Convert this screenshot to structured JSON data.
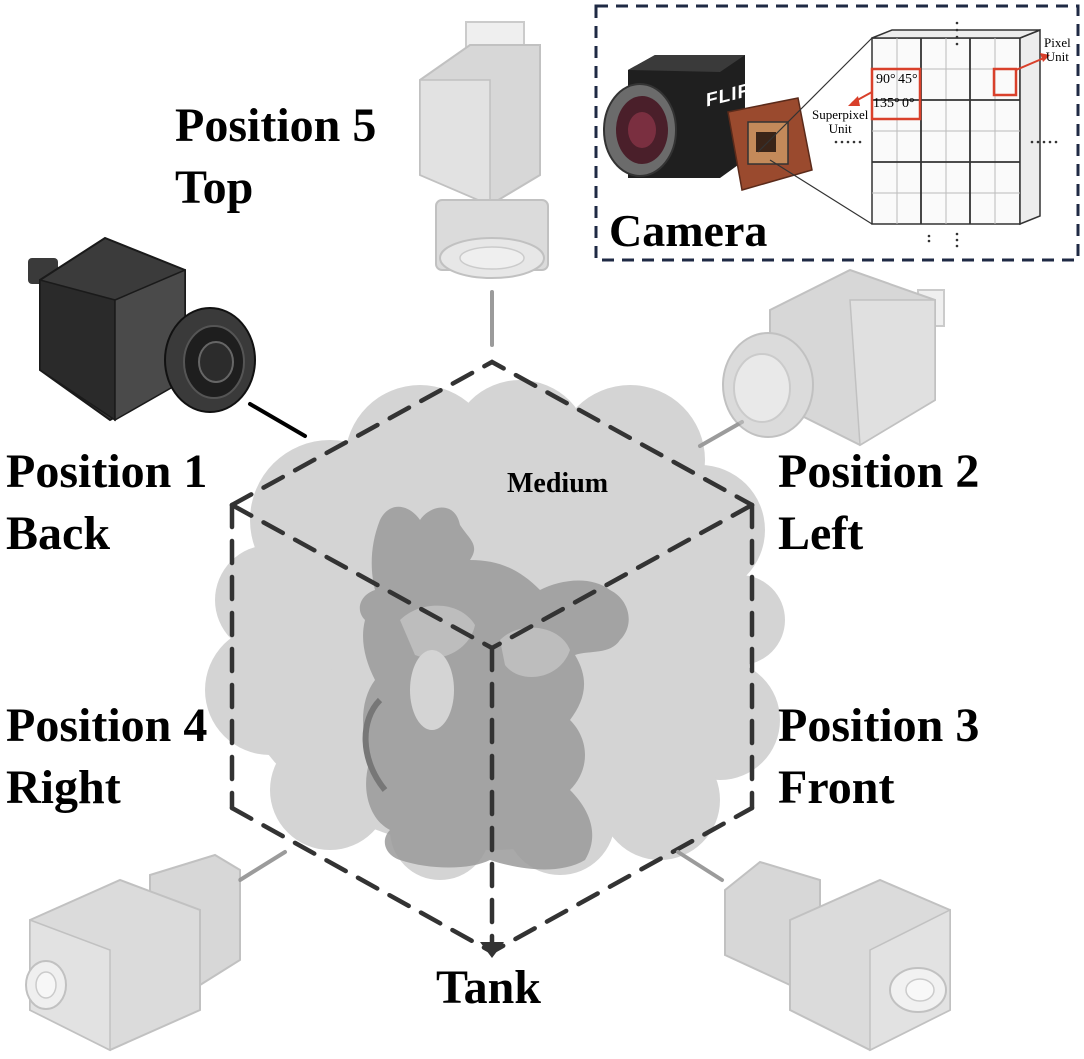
{
  "labels": {
    "position5": {
      "line1": "Position 5",
      "line2": "Top"
    },
    "position1": {
      "line1": "Position 1",
      "line2": "Back"
    },
    "position2": {
      "line1": "Position 2",
      "line2": "Left"
    },
    "position4": {
      "line1": "Position 4",
      "line2": "Right"
    },
    "position3": {
      "line1": "Position 3",
      "line2": "Front"
    },
    "medium": "Medium",
    "tank": "Tank"
  },
  "camera_inset": {
    "title": "Camera",
    "brand": "FLIR",
    "superpixel_unit": {
      "line1": "Superpixel",
      "line2": "Unit"
    },
    "pixel_unit": {
      "line1": "Pixel",
      "line2": "Unit"
    },
    "angles": {
      "a90": "90°",
      "a45": "45°",
      "a135": "135°",
      "a0": "0°"
    }
  },
  "colors": {
    "inset_border": "#1f2a44",
    "highlight": "#d9402b",
    "cloud": "#d4d4d4",
    "active_camera": "#2a2a2a",
    "ghost_camera": "#c8c8c8"
  }
}
